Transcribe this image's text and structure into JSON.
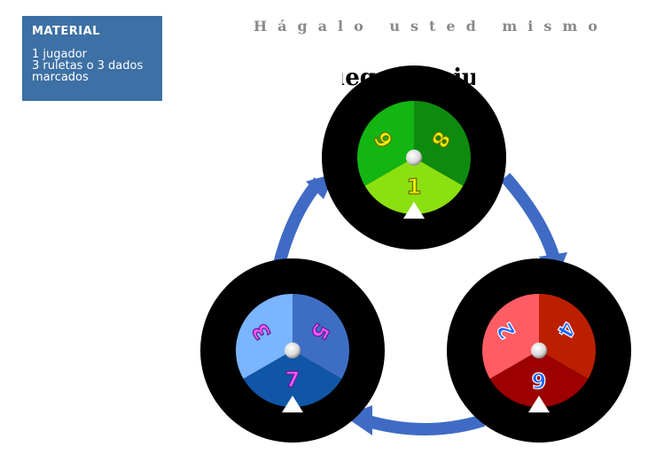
{
  "material": {
    "title": "MATERIAL",
    "lines": [
      "1 jugador",
      "3 ruletas o 3 dados",
      "marcados"
    ]
  },
  "header": {
    "title": "Hágalo usted mismo"
  },
  "overlay_title": "Juegan su juego",
  "colors": {
    "green": [
      "#0e8a0e",
      "#12b512",
      "#8be010"
    ],
    "red": [
      "#bb1f00",
      "#ff5c64",
      "#9c0000"
    ],
    "blue": [
      "#3e6ec4",
      "#7bb4ff",
      "#0f56a6"
    ],
    "arrow": "#3f6bc5",
    "green_number": "#e8f000",
    "red_number": "#1f66ff",
    "blue_number": "#ff55ff"
  },
  "spinners": {
    "green": {
      "numbers": [
        "8",
        "6",
        "1"
      ]
    },
    "red": {
      "numbers": [
        "4",
        "2",
        "9"
      ]
    },
    "blue": {
      "numbers": [
        "5",
        "3",
        "7"
      ]
    }
  }
}
